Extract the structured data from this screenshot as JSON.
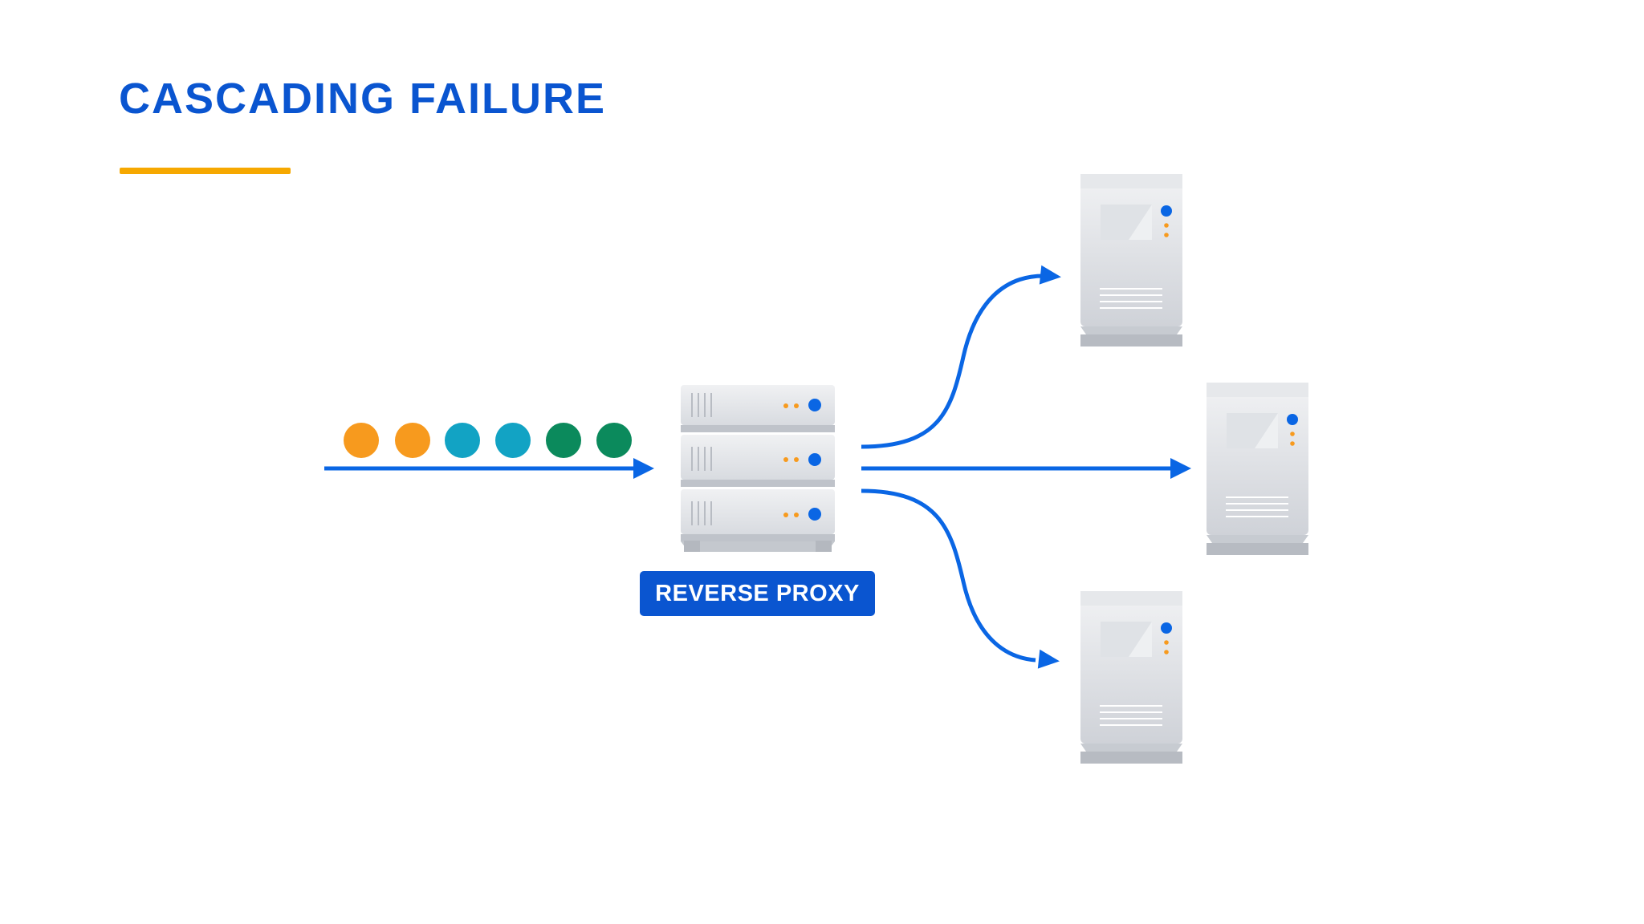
{
  "slide": {
    "title": "CASCADING FAILURE",
    "accent_color": "#0a55d0",
    "underline_color": "#f6a800"
  },
  "proxy": {
    "label": "REVERSE PROXY",
    "icon": "rack-server-icon"
  },
  "request_queue": [
    {
      "color": "#f79a1e"
    },
    {
      "color": "#f79a1e"
    },
    {
      "color": "#12a3c4"
    },
    {
      "color": "#12a3c4"
    },
    {
      "color": "#0b8a5c"
    },
    {
      "color": "#0b8a5c"
    }
  ],
  "backend_servers": [
    {
      "name": "server-top",
      "icon": "tower-server-icon"
    },
    {
      "name": "server-middle",
      "icon": "tower-server-icon"
    },
    {
      "name": "server-bottom",
      "icon": "tower-server-icon"
    }
  ],
  "arrow_color": "#0a66e4"
}
